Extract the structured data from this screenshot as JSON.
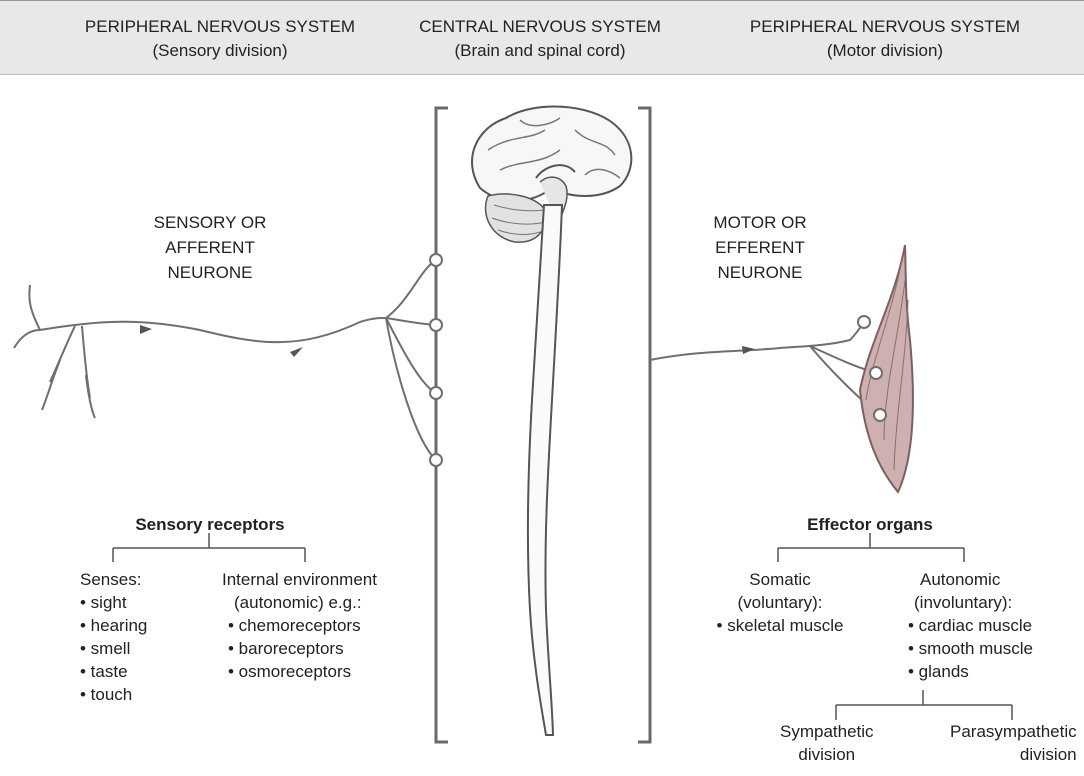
{
  "header": {
    "left": {
      "title": "PERIPHERAL NERVOUS SYSTEM",
      "sub": "(Sensory division)"
    },
    "center": {
      "title": "CENTRAL NERVOUS SYSTEM",
      "sub": "(Brain and spinal cord)"
    },
    "right": {
      "title": "PERIPHERAL NERVOUS SYSTEM",
      "sub": "(Motor division)"
    }
  },
  "sensory_neurone": [
    "SENSORY OR",
    "AFFERENT",
    "NEURONE"
  ],
  "motor_neurone": [
    "MOTOR OR",
    "EFFERENT",
    "NEURONE"
  ],
  "sensory_receptors": {
    "title": "Sensory receptors",
    "senses": {
      "heading": "Senses:",
      "items": [
        "• sight",
        "• hearing",
        "• smell",
        "• taste",
        "• touch"
      ]
    },
    "internal": {
      "heading1": "Internal environment",
      "heading2": "(autonomic) e.g.:",
      "items": [
        "• chemoreceptors",
        "• baroreceptors",
        "• osmoreceptors"
      ]
    }
  },
  "effector_organs": {
    "title": "Effector organs",
    "somatic": {
      "heading1": "Somatic",
      "heading2": "(voluntary):",
      "items": [
        "• skeletal muscle"
      ]
    },
    "autonomic": {
      "heading1": "Autonomic",
      "heading2": "(involuntary):",
      "items": [
        "• cardiac muscle",
        "• smooth muscle",
        "• glands"
      ]
    },
    "sympathetic": [
      "Sympathetic",
      "division"
    ],
    "parasympathetic": [
      "Parasympathetic",
      "division"
    ]
  },
  "colors": {
    "nerve": "#6f6f6f",
    "muscle": "#c9a8a8",
    "header_bg": "#e8e8e6"
  }
}
